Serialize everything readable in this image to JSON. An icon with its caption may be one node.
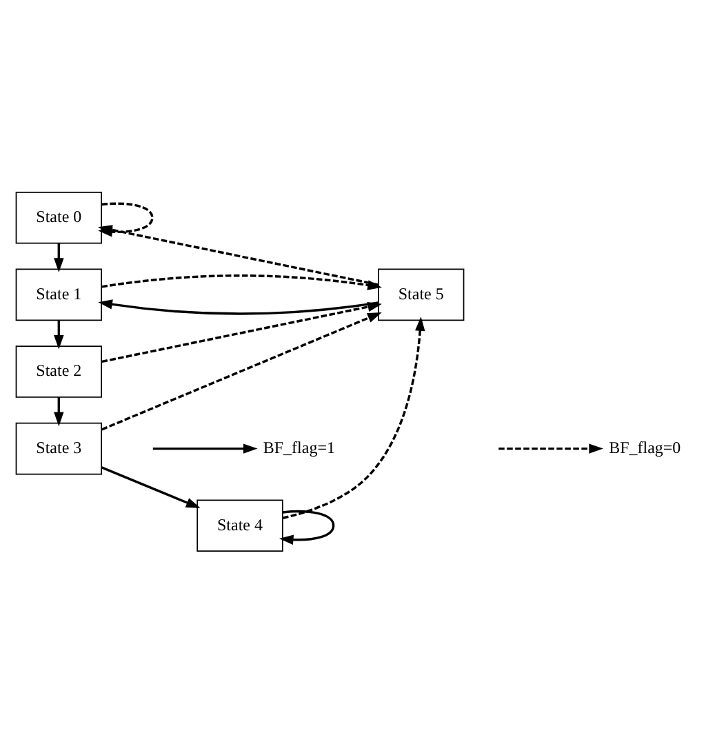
{
  "diagram": {
    "nodes": [
      {
        "text": [
          "State 0"
        ]
      },
      {
        "text": [
          "State 1"
        ]
      },
      {
        "text": [
          "State 2"
        ]
      },
      {
        "text": [
          "State 3"
        ]
      },
      {
        "text": [
          "State 4"
        ]
      },
      {
        "text": [
          "State 5"
        ]
      }
    ],
    "edges": [
      {
        "from": 0,
        "to": 0,
        "arrow": "to",
        "style": "dashed"
      },
      {
        "from": 0,
        "to": 1,
        "arrow": "to"
      },
      {
        "from": 5,
        "to": 0,
        "arrow": "to",
        "style": "dashed"
      },
      {
        "from": 5,
        "to": 1,
        "arrow": "to"
      },
      {
        "from": 1,
        "to": 5,
        "arrow": "to",
        "style": "dashed"
      },
      {
        "from": 1,
        "to": 2,
        "arrow": "to"
      },
      {
        "from": 2,
        "to": 5,
        "arrow": "to",
        "style": "dashed"
      },
      {
        "from": 2,
        "to": 3,
        "arrow": "to"
      },
      {
        "from": 3,
        "to": 5,
        "arrow": "to",
        "style": "dashed"
      },
      {
        "from": 3,
        "to": 4,
        "arrow": "to"
      },
      {
        "from": 4,
        "to": 5,
        "arrow": "to",
        "style": "dashed"
      },
      {
        "from": 4,
        "to": 4,
        "arrow": "to"
      }
    ],
    "legend": [
      {
        "text": "BF_flag=1"
      },
      {
        "text": "BF_flag=0"
      }
    ]
  }
}
